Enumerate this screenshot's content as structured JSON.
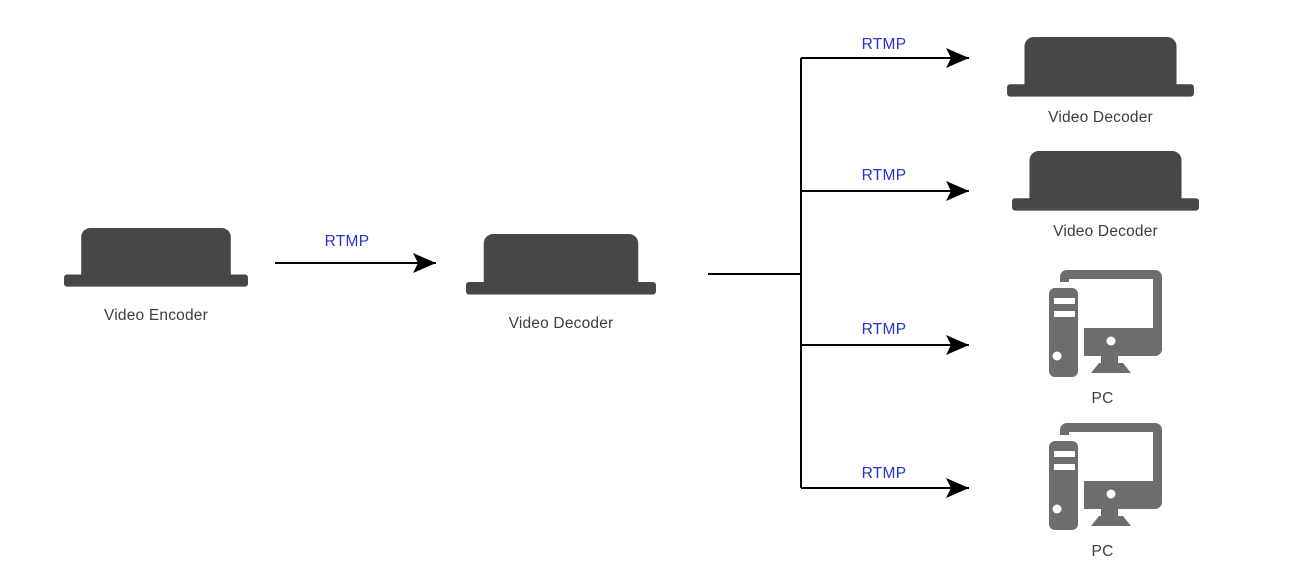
{
  "diagram": {
    "type": "flow-diagram",
    "background": "#ffffff",
    "colors": {
      "device": "#474747",
      "pc": "#6d6d6d",
      "label": "#3d3d3d",
      "protocol": "#2832d4",
      "line": "#000000"
    },
    "nodes": [
      {
        "id": "video-encoder",
        "icon": "encoder-device-icon",
        "label": "Video Encoder"
      },
      {
        "id": "video-decoder-main",
        "icon": "decoder-device-icon",
        "label": "Video Decoder"
      },
      {
        "id": "video-decoder-1",
        "icon": "decoder-device-icon",
        "label": "Video Decoder"
      },
      {
        "id": "video-decoder-2",
        "icon": "decoder-device-icon",
        "label": "Video Decoder"
      },
      {
        "id": "pc-1",
        "icon": "pc-icon",
        "label": "PC"
      },
      {
        "id": "pc-2",
        "icon": "pc-icon",
        "label": "PC"
      }
    ],
    "edges": [
      {
        "from": "video-encoder",
        "to": "video-decoder-main",
        "label": "RTMP"
      },
      {
        "from": "video-decoder-main",
        "to": "video-decoder-1",
        "label": "RTMP"
      },
      {
        "from": "video-decoder-main",
        "to": "video-decoder-2",
        "label": "RTMP"
      },
      {
        "from": "video-decoder-main",
        "to": "pc-1",
        "label": "RTMP"
      },
      {
        "from": "video-decoder-main",
        "to": "pc-2",
        "label": "RTMP"
      }
    ]
  }
}
